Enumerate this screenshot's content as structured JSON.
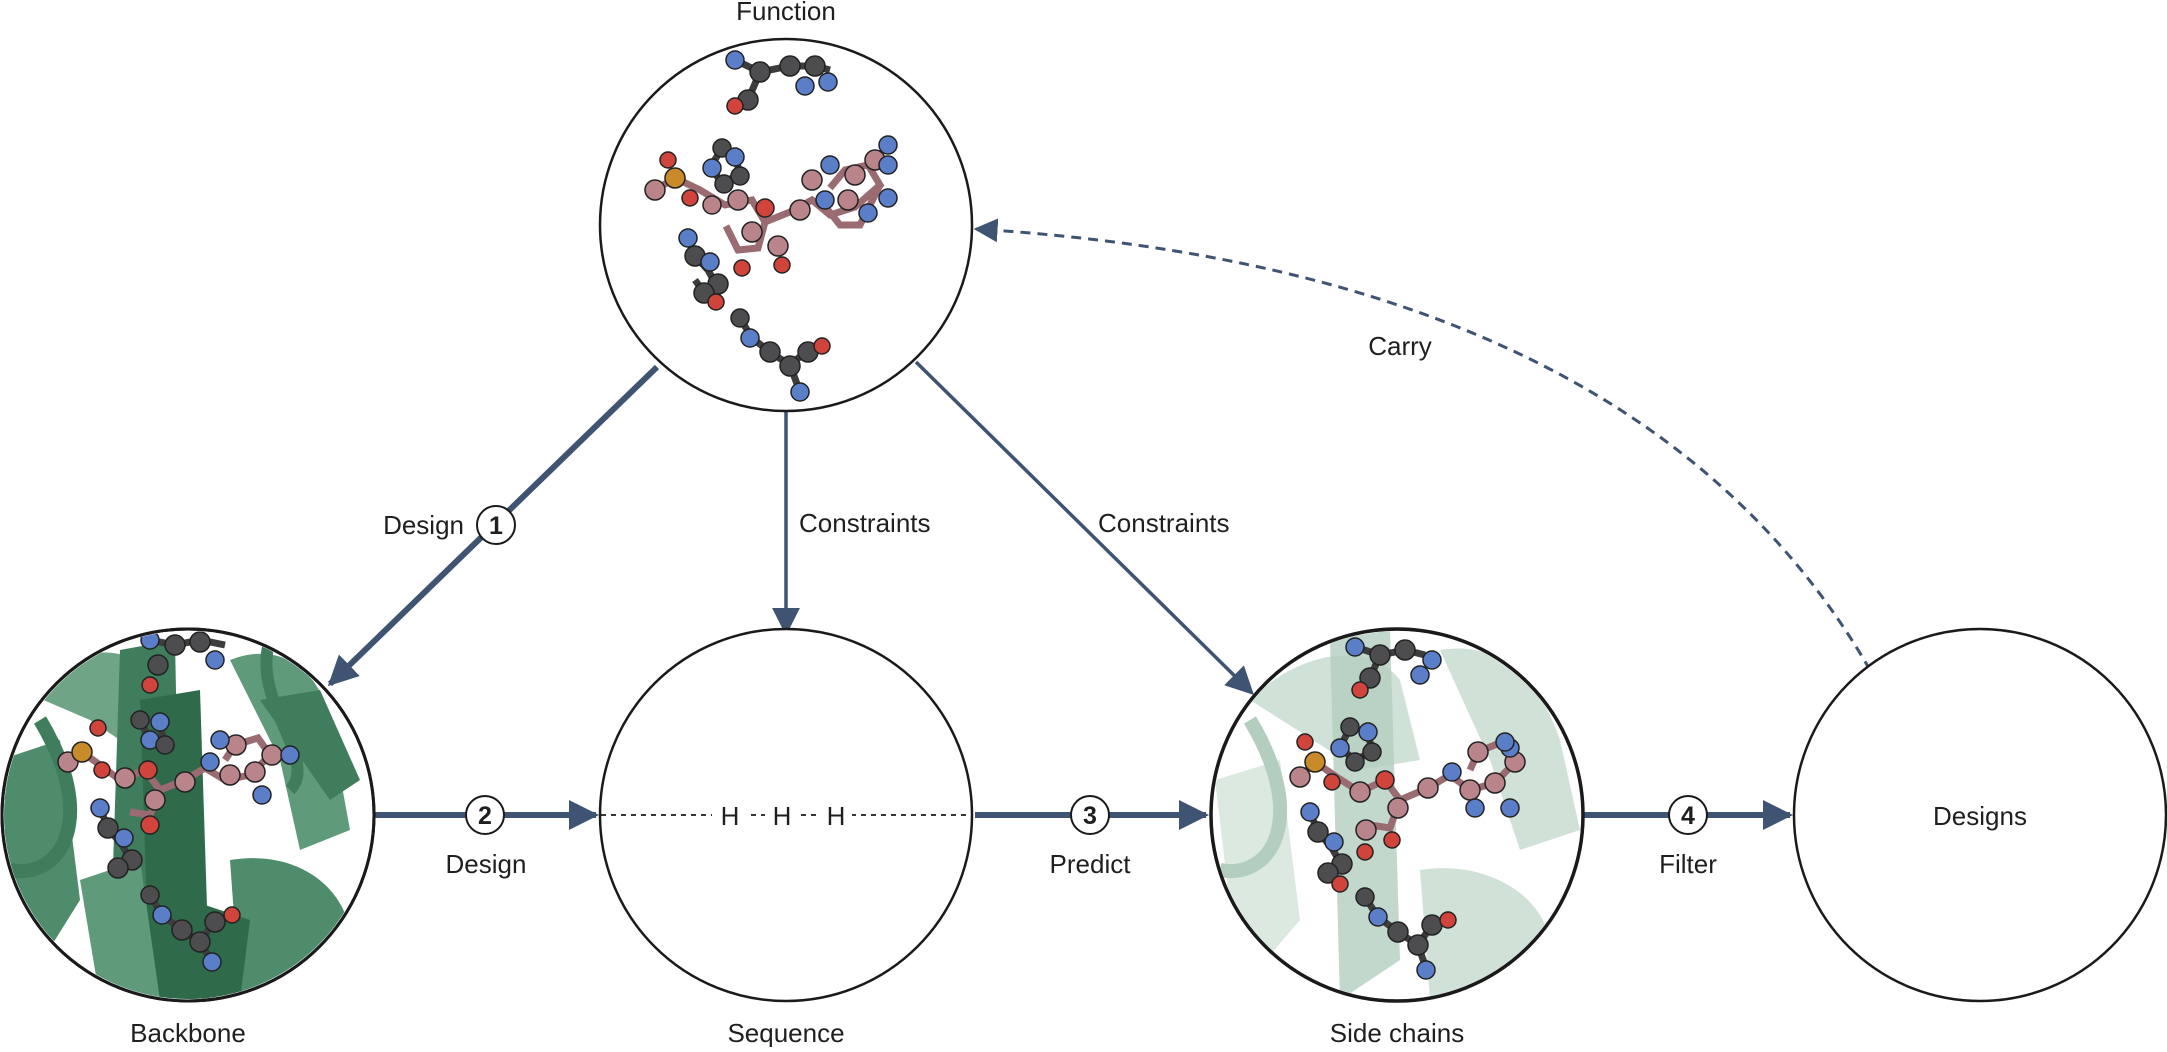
{
  "nodes": {
    "function": "Function",
    "backbone": "Backbone",
    "sequence": "Sequence",
    "side_chains": "Side chains",
    "designs": "Designs"
  },
  "edges": {
    "design_1": "Design",
    "constraints_sequence": "Constraints",
    "constraints_side_chains": "Constraints",
    "design_2": "Design",
    "predict": "Predict",
    "filter": "Filter",
    "carry": "Carry"
  },
  "steps": [
    "1",
    "2",
    "3",
    "4"
  ],
  "sequence_glyphs": [
    "H",
    "H",
    "H"
  ],
  "colors": {
    "arrow": "#3f5472",
    "outline": "#1a1a1a",
    "protein": "#3f7d5c",
    "protein_faded": "#c4d9cd",
    "carbon": "#4d4d4f",
    "nitrogen": "#5b7ec9",
    "oxygen": "#d0443c",
    "ligand": "#b9848a",
    "phosphorus": "#c98a2a"
  }
}
